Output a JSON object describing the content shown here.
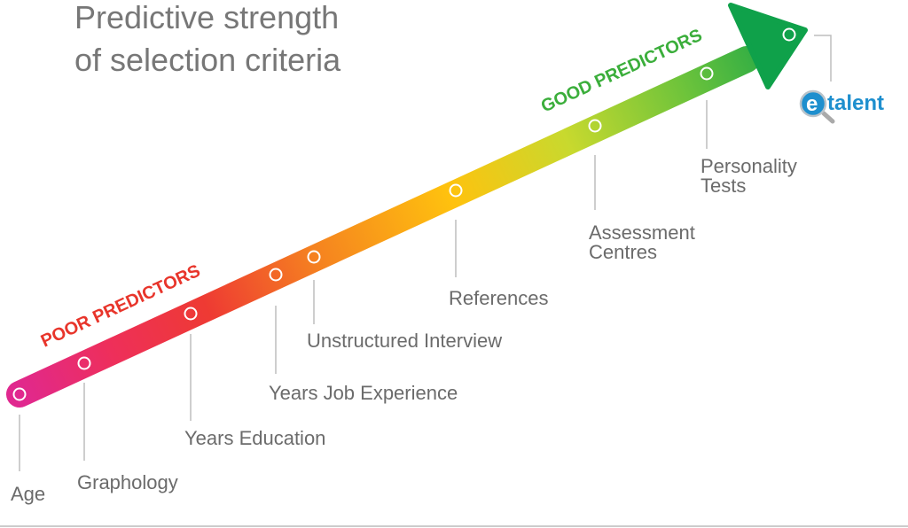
{
  "title": {
    "line1": "Predictive strength",
    "line2": "of selection criteria"
  },
  "bands": {
    "poor": "POOR PREDICTORS",
    "good": "GOOD PREDICTORS"
  },
  "criteria": [
    {
      "id": "age",
      "lines": [
        "Age"
      ]
    },
    {
      "id": "graphology",
      "lines": [
        "Graphology"
      ]
    },
    {
      "id": "years-education",
      "lines": [
        "Years Education"
      ]
    },
    {
      "id": "years-job-experience",
      "lines": [
        "Years Job Experience"
      ]
    },
    {
      "id": "unstructured-interview",
      "lines": [
        "Unstructured Interview"
      ]
    },
    {
      "id": "references",
      "lines": [
        "References"
      ]
    },
    {
      "id": "assessment-centres",
      "lines": [
        "Assessment",
        "Centres"
      ]
    },
    {
      "id": "personality-tests",
      "lines": [
        "Personality",
        "Tests"
      ]
    }
  ],
  "logo": {
    "letter": "e",
    "word": "talent",
    "icon": "magnifier-icon"
  },
  "colors": {
    "gradient": [
      "#e0288f",
      "#ee3a33",
      "#f58220",
      "#ffc20e",
      "#c8d92e",
      "#2bb24a",
      "#0fa14a"
    ],
    "poor_text": "#e8352b",
    "good_text": "#3bae3b",
    "label_text": "#6b6b6b",
    "brand": "#1e8fce"
  }
}
